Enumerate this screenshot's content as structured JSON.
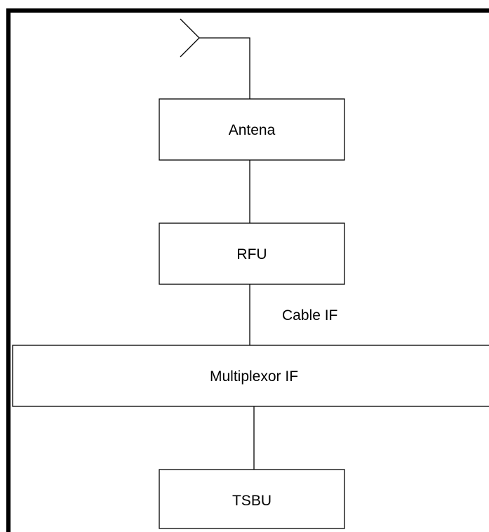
{
  "diagram": {
    "nodes": {
      "antena": "Antena",
      "rfu": "RFU",
      "multiplexor": "Multiplexor IF",
      "tsbu": "TSBU"
    },
    "edge_labels": {
      "cable_if": "Cable IF"
    }
  },
  "colors": {
    "stroke": "#000000",
    "background": "#ffffff"
  }
}
